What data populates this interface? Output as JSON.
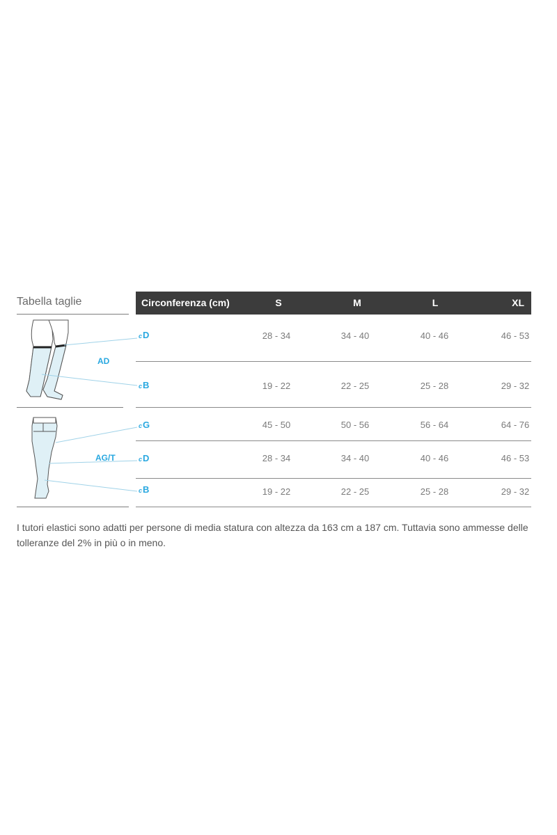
{
  "title": "Tabella taglie",
  "header": {
    "circonferenza": "Circonferenza (cm)",
    "sizes": [
      "S",
      "M",
      "L",
      "XL"
    ]
  },
  "groups": [
    {
      "label": "AD",
      "rows": [
        {
          "sub": "c",
          "code": "D",
          "values": [
            "28 - 34",
            "34 - 40",
            "40 - 46",
            "46 - 53"
          ]
        },
        {
          "sub": "c",
          "code": "B",
          "values": [
            "19 - 22",
            "22 - 25",
            "25 - 28",
            "29 - 32"
          ]
        }
      ]
    },
    {
      "label": "AG/T",
      "rows": [
        {
          "sub": "c",
          "code": "G",
          "values": [
            "45 - 50",
            "50 - 56",
            "56 - 64",
            "64 - 76"
          ]
        },
        {
          "sub": "c",
          "code": "D",
          "values": [
            "28 - 34",
            "34 - 40",
            "40 - 46",
            "46 - 53"
          ]
        },
        {
          "sub": "c",
          "code": "B",
          "values": [
            "19 - 22",
            "22 - 25",
            "25 - 28",
            "29 - 32"
          ]
        }
      ]
    }
  ],
  "note": "I tutori elastici sono adatti per persone di media statura con altezza da 163 cm a 187 cm.  Tuttavia sono ammesse delle tolleranze del 2% in più o in meno.",
  "colors": {
    "accent": "#29a8e0",
    "header_bg": "#3c3c3c",
    "leg_fill": "#dff0f6"
  },
  "icons": [
    "knee-sock-leg-illustration",
    "thigh-stocking-leg-illustration"
  ]
}
